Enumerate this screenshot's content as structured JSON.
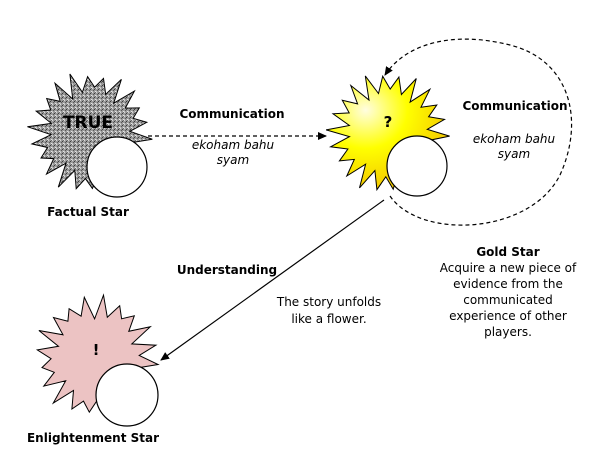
{
  "factual_star": {
    "text": "TRUE",
    "label": "Factual Star"
  },
  "gold_star": {
    "text": "?",
    "title": "Gold Star",
    "description": [
      "Acquire a new piece of",
      "evidence from the",
      "communicated",
      "experience of other",
      "players."
    ],
    "fill_colors": [
      "#fffde0",
      "#ffff00",
      "#f2c200"
    ]
  },
  "enlightenment_star": {
    "text": "!",
    "label": "Enlightenment Star",
    "fill_color": "#ecc3c3"
  },
  "edge_factual_to_gold": {
    "label": "Communication",
    "sublabel": [
      "ekoham bahu",
      "syam"
    ]
  },
  "edge_gold_loop": {
    "label": "Communication",
    "sublabel": [
      "ekoham bahu",
      "syam"
    ]
  },
  "edge_gold_to_enlightenment": {
    "label": "Understanding",
    "sublabel": [
      "The story unfolds",
      "like a flower."
    ]
  }
}
